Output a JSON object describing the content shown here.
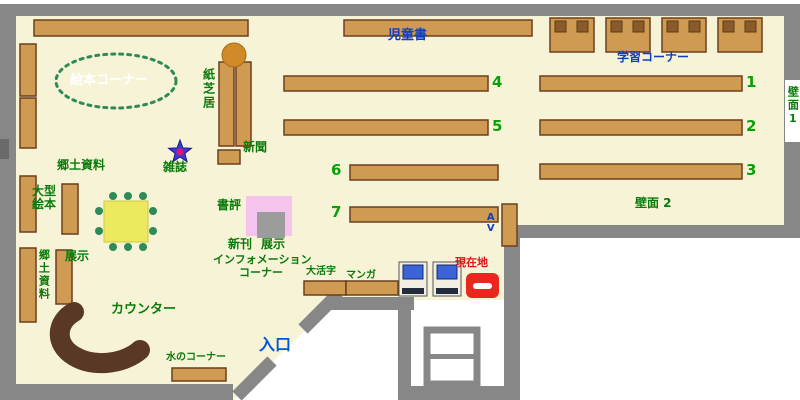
{
  "floor_map": {
    "regions": {
      "children_books": "児童書",
      "study_corner": "学習コーナー",
      "picture_book_corner": "絵本コーナー",
      "kamishibai": "紙芝居",
      "newspaper": "新聞",
      "magazines": "雑誌",
      "local_materials": "郷土資料",
      "large_picture_books": "大型絵本",
      "display_left": "展示",
      "local_materials_side": "郷土資料",
      "book_review": "書評",
      "new_arrivals": "新刊",
      "new_arrivals_display": "展示",
      "information_line1": "インフォメーション",
      "information_line2": "コーナー",
      "large_print": "大活字",
      "manga": "マンガ",
      "counter": "カウンター",
      "water_corner": "水のコーナー",
      "entrance": "入口",
      "av": "AV",
      "wall_1": "壁面1",
      "wall_2": "壁面 2",
      "current_location": "現在地"
    },
    "shelf_numbers": [
      "1",
      "2",
      "3",
      "4",
      "5",
      "6",
      "7"
    ],
    "colors": {
      "floor": "#f6f3d7",
      "wall": "#878787",
      "shelf": "#cf9a52",
      "shelf_border": "#6b3f1d",
      "label_green": "#0a7a0a",
      "label_blue": "#1040c0",
      "entrance_blue": "#0057d8",
      "current_location_red": "#e8281e",
      "counter_brown": "#5a3826",
      "table_yellow": "#ece95f",
      "chair_green": "#2e8b57",
      "display_pink": "#f6c2ee",
      "star_blue": "#3a3ad8"
    }
  }
}
